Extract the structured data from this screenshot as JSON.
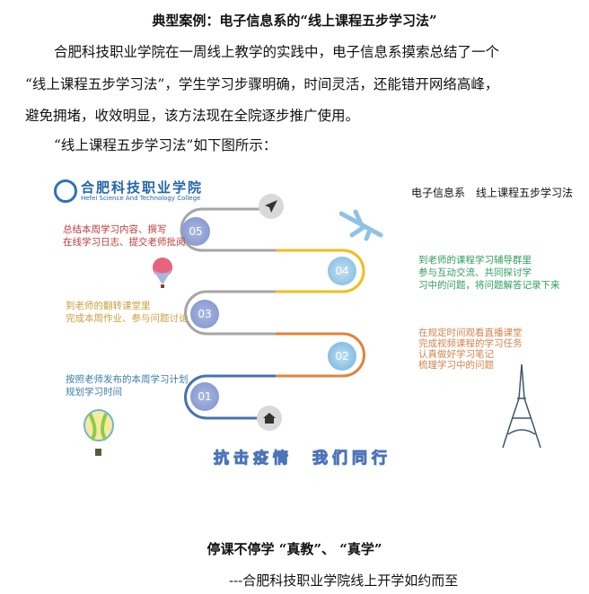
{
  "title": "典型案例：电子信息系的“线上课程五步学习法”",
  "paragraphs": [
    "合肥科技职业学院在一周线上教学的实践中，电子信息系摸索总结了一个",
    "“线上课程五步学习法”，学生学习步骤明确，时间灵活，还能错开网络高峰，",
    "避免拥堵，收效明显，该方法现在全院逐步推广使用。",
    "“线上课程五步学习法”如下图所示："
  ],
  "infographic": {
    "logo_cn": "合肥科技职业学院",
    "logo_en": "Hefei Science And Technology College",
    "header": "电子信息系　线上课程五步学习法",
    "steps": [
      {
        "num": "01",
        "lines": [
          "按照老师发布的本周学习计划",
          "规划学习时间"
        ],
        "color": "#3d7ea6"
      },
      {
        "num": "02",
        "lines": [
          "在规定时间观看直播课堂",
          "完成视频课程的学习任务",
          "认真做好学习笔记",
          "梳理学习中的问题"
        ],
        "color": "#d4844c"
      },
      {
        "num": "03",
        "lines": [
          "到老师的翻转课堂里",
          "完成本周作业、参与问题讨论"
        ],
        "color": "#c9a13c"
      },
      {
        "num": "04",
        "lines": [
          "到老师的课程学习辅导群里",
          "参与互动交流、共同探讨学",
          "习中的问题，将问题解答记录下来"
        ],
        "color": "#2f9d5e"
      },
      {
        "num": "05",
        "lines": [
          "总结本周学习内容、撰写",
          "在线学习日志、提交老师批阅"
        ],
        "color": "#c0393a"
      }
    ],
    "slogan": "抗击疫情　我们同行",
    "icons": [
      "paper-plane-icon",
      "home-icon",
      "airplane-icon",
      "hot-air-balloon-icon",
      "eiffel-tower-icon"
    ]
  },
  "footer": {
    "line1": "停课不停学 “真教”、 “真学”",
    "line2": "---合肥科技职业学院线上开学如约而至"
  }
}
